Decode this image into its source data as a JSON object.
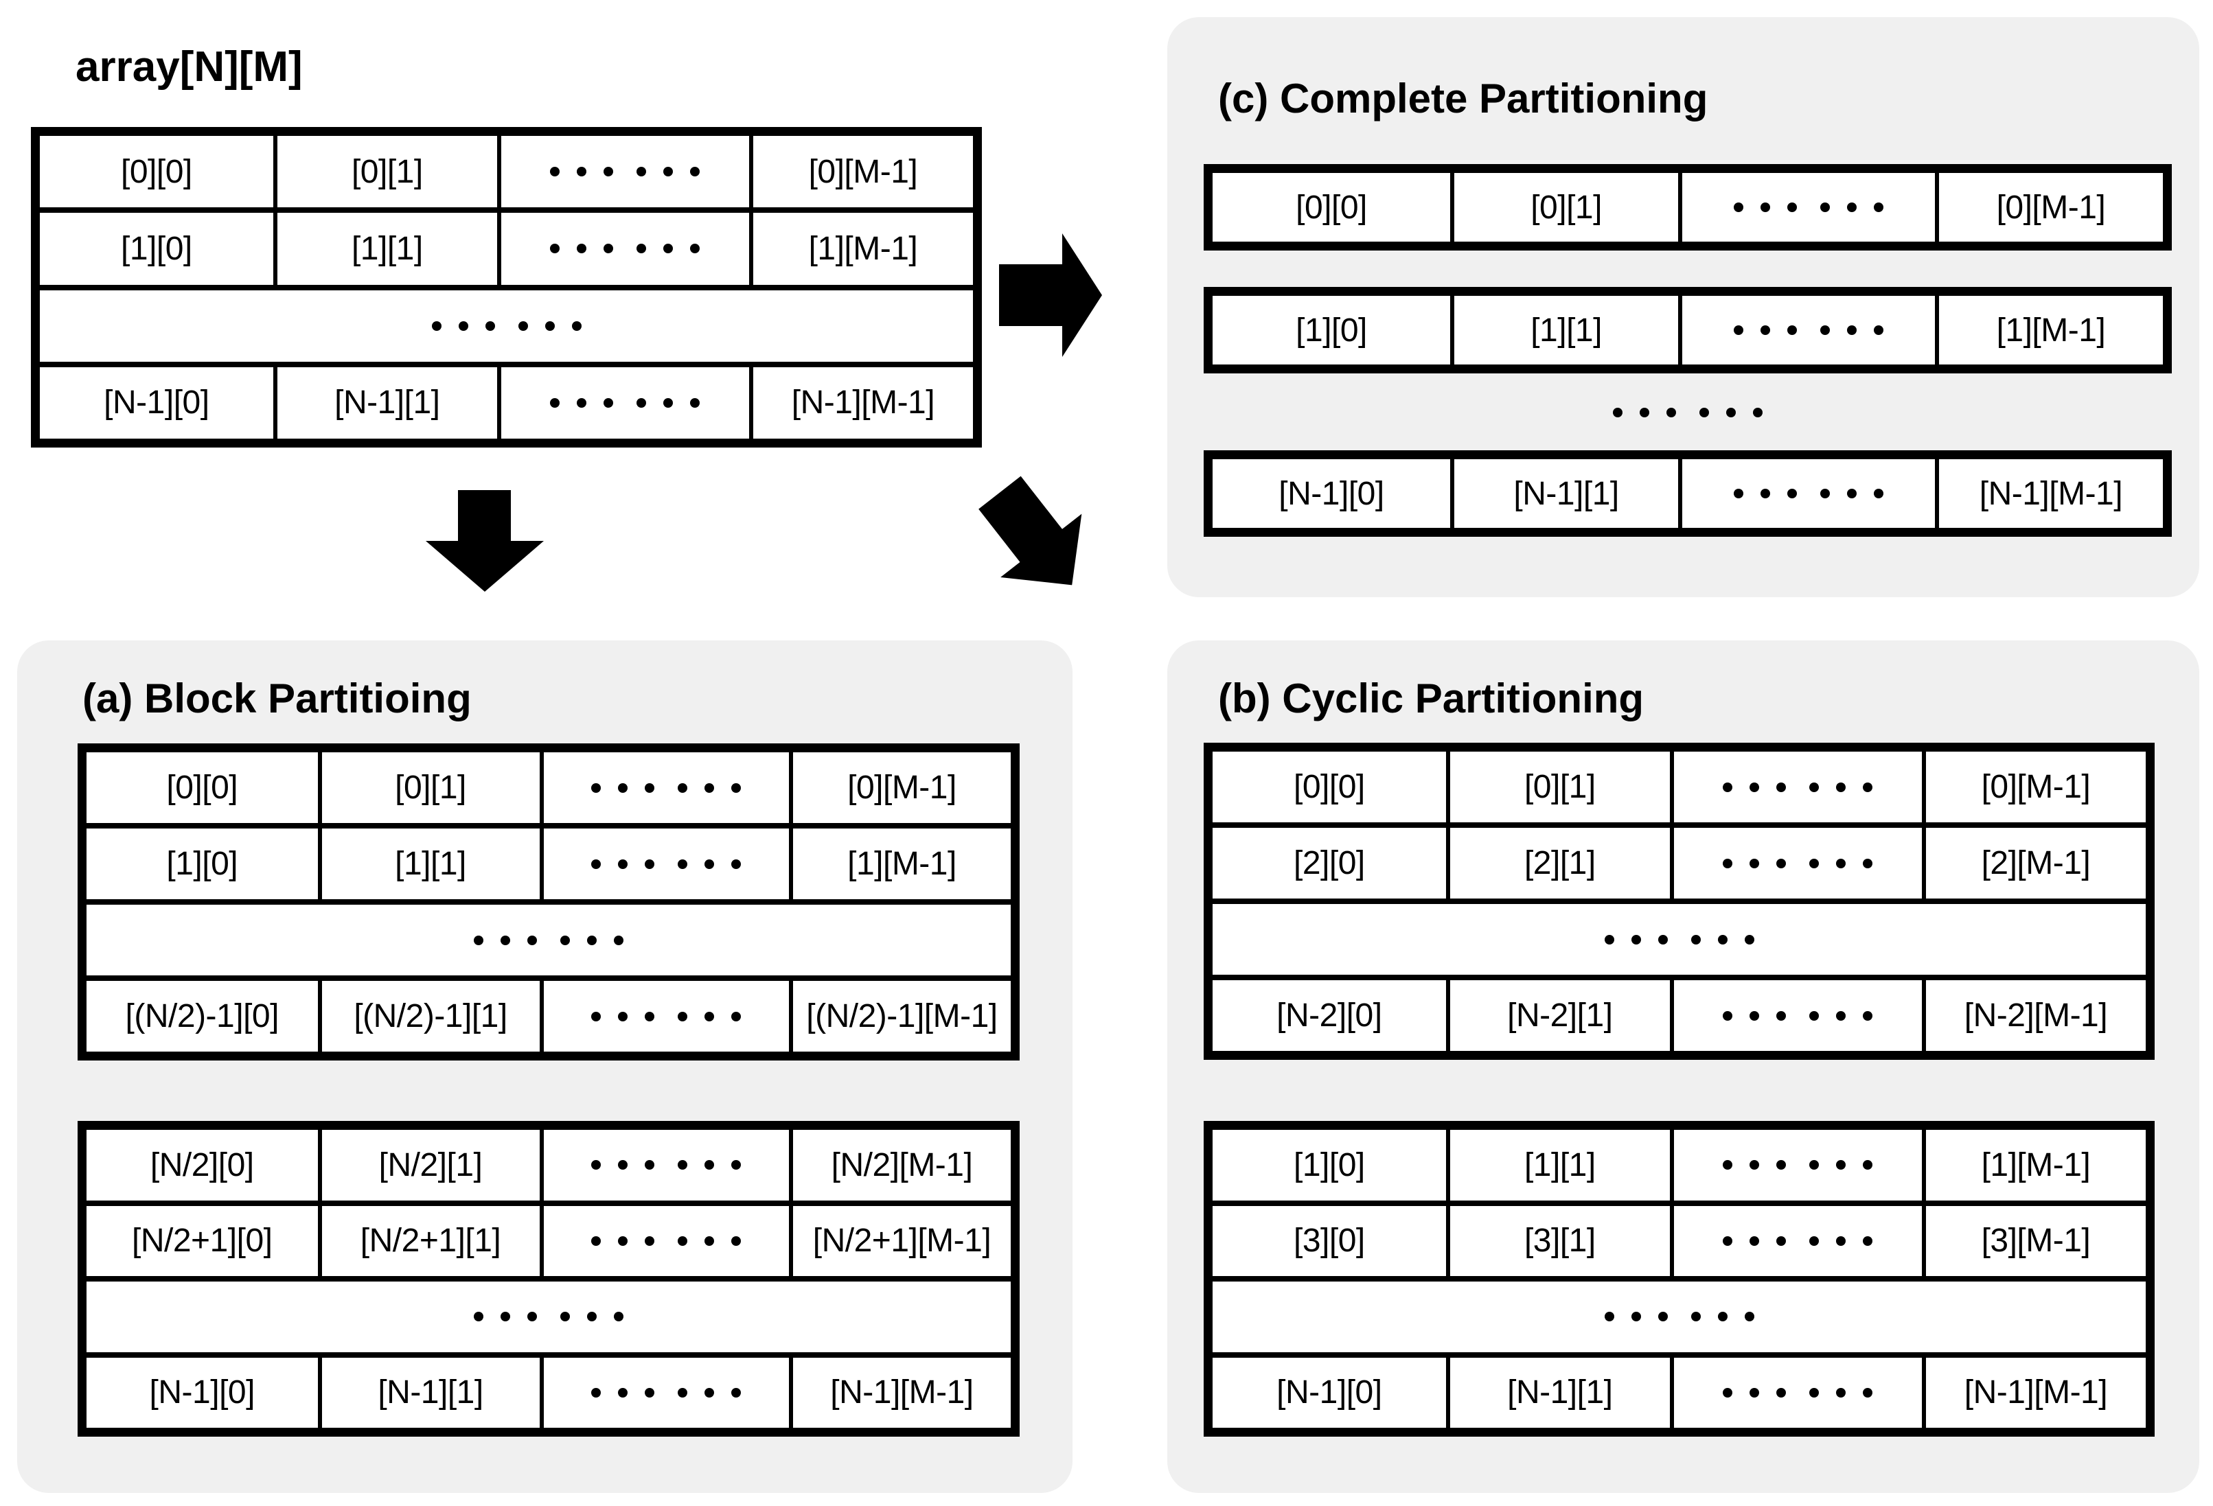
{
  "colors": {
    "panel_background": "#f0f0f0",
    "ink": "#000000",
    "table_background": "#ffffff"
  },
  "dots_token": "@dots",
  "source": {
    "title": "array[N][M]",
    "table": {
      "rows": [
        {
          "cells": [
            "[0][0]",
            "[0][1]",
            "@dots",
            "[0][M-1]"
          ]
        },
        {
          "cells": [
            "[1][0]",
            "[1][1]",
            "@dots",
            "[1][M-1]"
          ]
        },
        {
          "dots_row": true
        },
        {
          "cells": [
            "[N-1][0]",
            "[N-1][1]",
            "@dots",
            "[N-1][M-1]"
          ]
        }
      ]
    }
  },
  "panel_a": {
    "title": "(a) Block Partitioing",
    "tables": [
      {
        "rows": [
          {
            "cells": [
              "[0][0]",
              "[0][1]",
              "@dots",
              "[0][M-1]"
            ]
          },
          {
            "cells": [
              "[1][0]",
              "[1][1]",
              "@dots",
              "[1][M-1]"
            ]
          },
          {
            "dots_row": true
          },
          {
            "cells": [
              "[(N/2)-1][0]",
              "[(N/2)-1][1]",
              "@dots",
              "[(N/2)-1][M-1]"
            ]
          }
        ]
      },
      {
        "rows": [
          {
            "cells": [
              "[N/2][0]",
              "[N/2][1]",
              "@dots",
              "[N/2][M-1]"
            ]
          },
          {
            "cells": [
              "[N/2+1][0]",
              "[N/2+1][1]",
              "@dots",
              "[N/2+1][M-1]"
            ]
          },
          {
            "dots_row": true
          },
          {
            "cells": [
              "[N-1][0]",
              "[N-1][1]",
              "@dots",
              "[N-1][M-1]"
            ]
          }
        ]
      }
    ]
  },
  "panel_b": {
    "title": "(b) Cyclic Partitioning",
    "tables": [
      {
        "rows": [
          {
            "cells": [
              "[0][0]",
              "[0][1]",
              "@dots",
              "[0][M-1]"
            ]
          },
          {
            "cells": [
              "[2][0]",
              "[2][1]",
              "@dots",
              "[2][M-1]"
            ]
          },
          {
            "dots_row": true
          },
          {
            "cells": [
              "[N-2][0]",
              "[N-2][1]",
              "@dots",
              "[N-2][M-1]"
            ]
          }
        ]
      },
      {
        "rows": [
          {
            "cells": [
              "[1][0]",
              "[1][1]",
              "@dots",
              "[1][M-1]"
            ]
          },
          {
            "cells": [
              "[3][0]",
              "[3][1]",
              "@dots",
              "[3][M-1]"
            ]
          },
          {
            "dots_row": true
          },
          {
            "cells": [
              "[N-1][0]",
              "[N-1][1]",
              "@dots",
              "[N-1][M-1]"
            ]
          }
        ]
      }
    ]
  },
  "panel_c": {
    "title": "(c) Complete Partitioning",
    "row_tables": [
      {
        "rows": [
          {
            "cells": [
              "[0][0]",
              "[0][1]",
              "@dots",
              "[0][M-1]"
            ]
          }
        ]
      },
      {
        "rows": [
          {
            "cells": [
              "[1][0]",
              "[1][1]",
              "@dots",
              "[1][M-1]"
            ]
          }
        ]
      },
      {
        "rows": [
          {
            "cells": [
              "[N-1][0]",
              "[N-1][1]",
              "@dots",
              "[N-1][M-1]"
            ]
          }
        ]
      }
    ],
    "between_dots": true
  },
  "arrows": [
    {
      "name": "arrow-right",
      "direction": "right"
    },
    {
      "name": "arrow-down",
      "direction": "down"
    },
    {
      "name": "arrow-down-right",
      "direction": "down-right"
    }
  ]
}
